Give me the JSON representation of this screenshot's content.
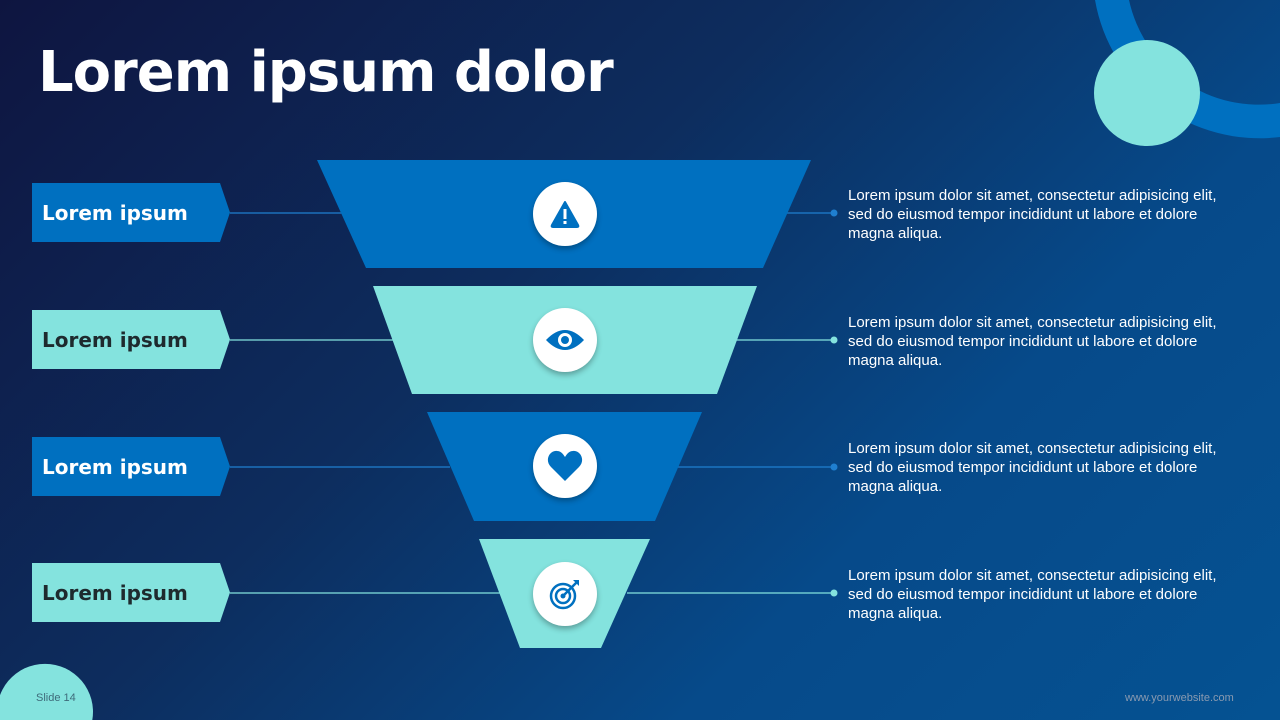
{
  "title": "Lorem ipsum dolor",
  "colors": {
    "blue": "#0070c0",
    "teal": "#84e3de",
    "dark_text": "#1e2a2e"
  },
  "rows": [
    {
      "label": "Lorem ipsum",
      "icon": "warning-icon",
      "text": "Lorem ipsum dolor sit amet, consectetur adipisicing elit, sed do eiusmod tempor incididunt ut labore et dolore magna aliqua."
    },
    {
      "label": "Lorem ipsum",
      "icon": "eye-icon",
      "text": "Lorem ipsum dolor sit amet, consectetur adipisicing elit, sed do eiusmod tempor incididunt ut labore et dolore magna aliqua."
    },
    {
      "label": "Lorem ipsum",
      "icon": "heart-icon",
      "text": "Lorem ipsum dolor sit amet, consectetur adipisicing elit, sed do eiusmod tempor incididunt ut labore et dolore magna aliqua."
    },
    {
      "label": "Lorem ipsum",
      "icon": "target-icon",
      "text": "Lorem ipsum dolor sit amet, consectetur adipisicing elit, sed do eiusmod tempor incididunt ut labore et dolore magna aliqua."
    }
  ],
  "footer": {
    "slide": "Slide 14",
    "website": "www.yourwebsite.com"
  }
}
